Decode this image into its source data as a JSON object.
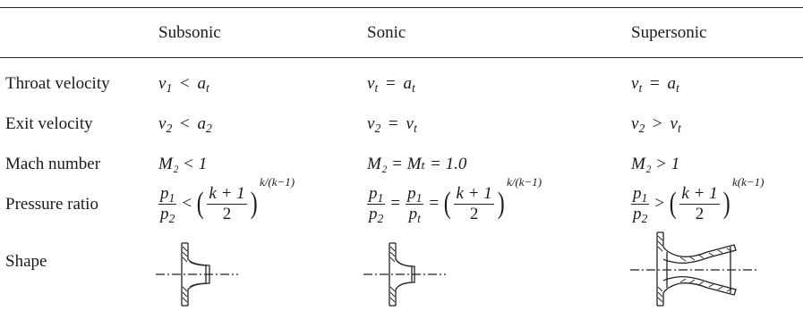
{
  "table": {
    "columns": [
      "",
      "Subsonic",
      "Sonic",
      "Supersonic"
    ],
    "row_labels": {
      "throat_velocity": "Throat velocity",
      "exit_velocity": "Exit velocity",
      "mach_number": "Mach number",
      "pressure_ratio": "Pressure ratio",
      "shape": "Shape"
    },
    "cells": {
      "subsonic": {
        "throat_op": "<",
        "exit_op": "<",
        "mach": "M₂ < 1",
        "pressure_op": "<"
      },
      "sonic": {
        "throat_op": "=",
        "exit_op": "=",
        "mach": "M₂ = Mₜ = 1.0",
        "pressure_op": "="
      },
      "supersonic": {
        "throat_op": "=",
        "exit_op": ">",
        "mach": "M₂ > 1",
        "pressure_op": ">"
      }
    },
    "exponents": {
      "subsonic": "k/(k−1)",
      "sonic": "k/(k−1)",
      "supersonic": "k(k−1)"
    },
    "fraction_constant": {
      "num": "k + 1",
      "den": "2"
    }
  },
  "icons": {
    "subsonic_shape": "converging-nozzle-icon",
    "sonic_shape": "converging-nozzle-icon",
    "supersonic_shape": "converging-diverging-nozzle-icon"
  }
}
